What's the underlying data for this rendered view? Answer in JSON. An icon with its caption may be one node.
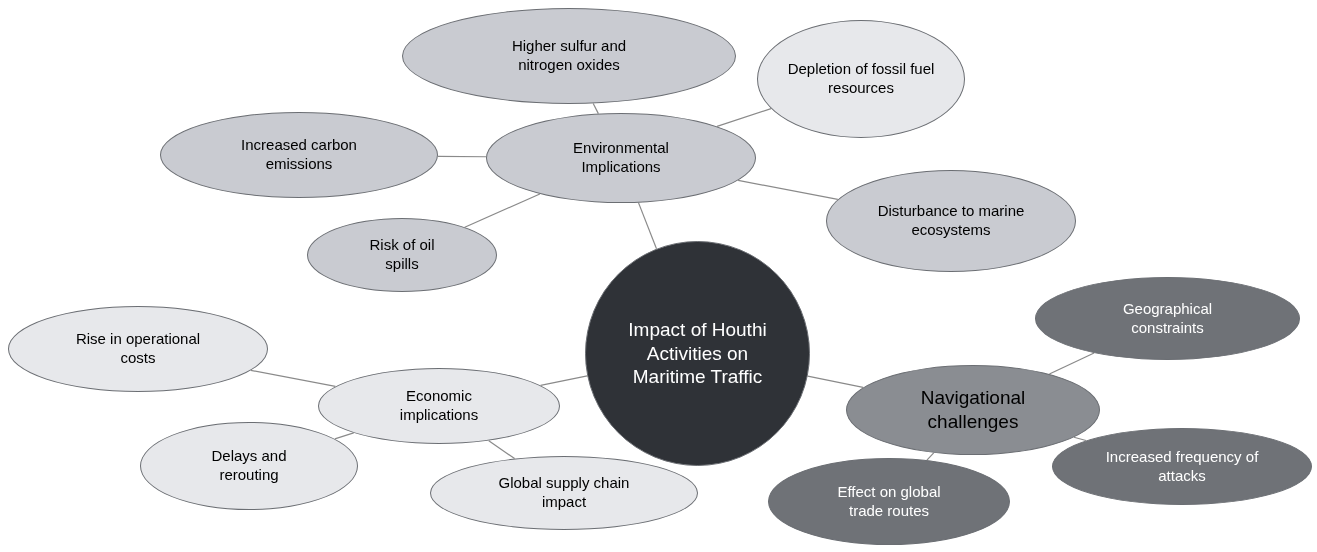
{
  "diagram": {
    "nodes": [
      {
        "text": [
          "Impact of Houthi Activities on Maritime Traffic"
        ]
      },
      {
        "text": [
          "Environmental Implications"
        ]
      },
      {
        "text": [
          "Higher sulfur and nitrogen oxides"
        ]
      },
      {
        "text": [
          "Depletion of fossil fuel resources"
        ]
      },
      {
        "text": [
          "Increased carbon emissions"
        ]
      },
      {
        "text": [
          "Risk of oil spills"
        ]
      },
      {
        "text": [
          "Disturbance to marine ecosystems"
        ]
      },
      {
        "text": [
          "Economic implications"
        ]
      },
      {
        "text": [
          "Rise in operational costs"
        ]
      },
      {
        "text": [
          "Delays and rerouting"
        ]
      },
      {
        "text": [
          "Global supply chain impact"
        ]
      },
      {
        "text": [
          "Navigational challenges"
        ]
      },
      {
        "text": [
          "Geographical constraints"
        ]
      },
      {
        "text": [
          "Increased frequency of attacks"
        ]
      },
      {
        "text": [
          "Effect on global trade routes"
        ]
      }
    ],
    "edges": [
      {
        "from": 0,
        "to": 1,
        "arrow": "none"
      },
      {
        "from": 1,
        "to": 2,
        "arrow": "none"
      },
      {
        "from": 1,
        "to": 3,
        "arrow": "none"
      },
      {
        "from": 1,
        "to": 4,
        "arrow": "none"
      },
      {
        "from": 1,
        "to": 5,
        "arrow": "none"
      },
      {
        "from": 1,
        "to": 6,
        "arrow": "none"
      },
      {
        "from": 0,
        "to": 7,
        "arrow": "none"
      },
      {
        "from": 7,
        "to": 8,
        "arrow": "none"
      },
      {
        "from": 7,
        "to": 9,
        "arrow": "none"
      },
      {
        "from": 7,
        "to": 10,
        "arrow": "none"
      },
      {
        "from": 0,
        "to": 11,
        "arrow": "none"
      },
      {
        "from": 11,
        "to": 12,
        "arrow": "none"
      },
      {
        "from": 11,
        "to": 13,
        "arrow": "none"
      },
      {
        "from": 11,
        "to": 14,
        "arrow": "none"
      }
    ]
  }
}
